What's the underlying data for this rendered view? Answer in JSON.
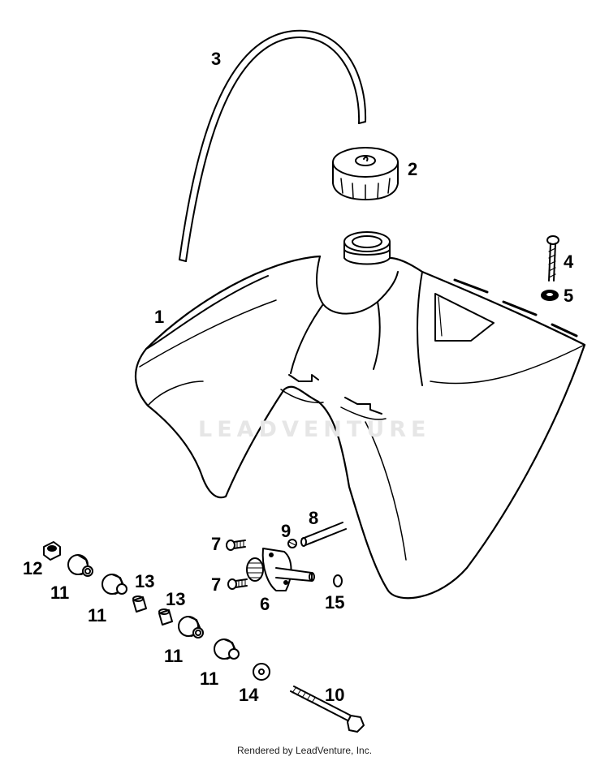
{
  "watermark": "LEADVENTURE",
  "footer": "Rendered by LeadVenture, Inc.",
  "callouts": {
    "c1": "1",
    "c2": "2",
    "c3": "3",
    "c4": "4",
    "c5": "5",
    "c6": "6",
    "c7a": "7",
    "c7b": "7",
    "c8": "8",
    "c9": "9",
    "c10": "10",
    "c11a": "11",
    "c11b": "11",
    "c11c": "11",
    "c11d": "11",
    "c12": "12",
    "c13a": "13",
    "c13b": "13",
    "c14": "14",
    "c15": "15"
  }
}
